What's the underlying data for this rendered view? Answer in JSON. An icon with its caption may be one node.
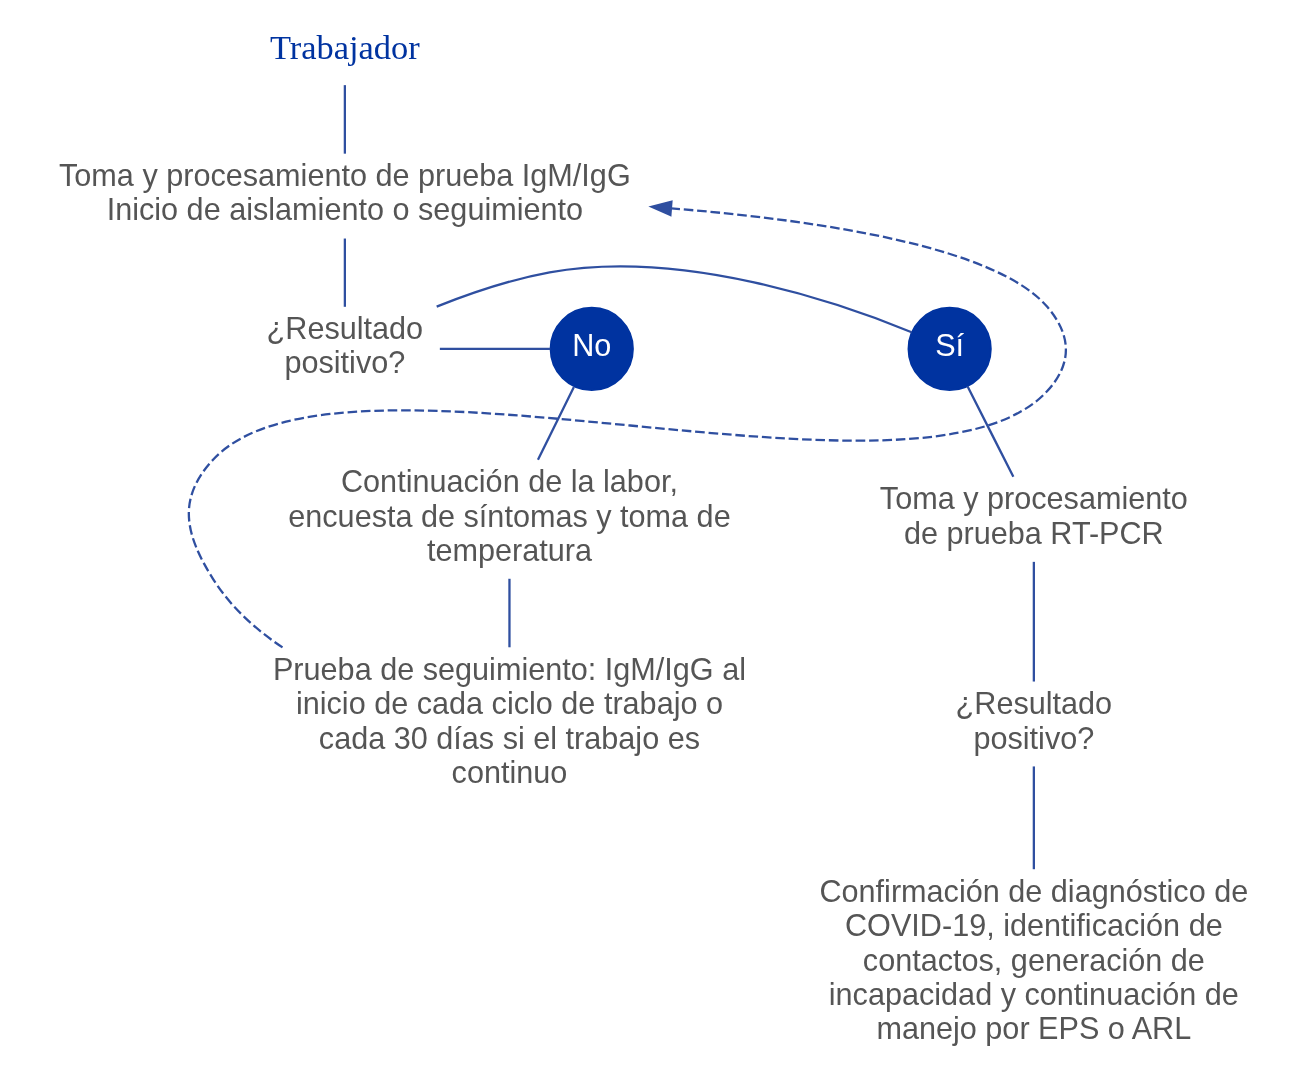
{
  "diagram": {
    "nodes": [
      {
        "text": [
          "Trabajador"
        ]
      },
      {
        "text": [
          "Toma y procesamiento de prueba IgM/IgG",
          "Inicio de aislamiento o seguimiento"
        ]
      },
      {
        "text": [
          "¿Resultado positivo?"
        ]
      },
      {
        "text": [
          "Sí"
        ]
      },
      {
        "text": [
          "No"
        ]
      },
      {
        "text": [
          "Toma y procesamiento de prueba RT-PCR"
        ]
      },
      {
        "text": [
          "¿Resultado positivo?"
        ]
      },
      {
        "text": [
          "Confirmación de diagnóstico de COVID-19, identificación de contactos, generación de incapacidad y continuación de manejo por EPS o ARL"
        ]
      },
      {
        "text": [
          "Continuación de la labor, encuesta de síntomas y toma de temperatura"
        ]
      },
      {
        "text": [
          "Prueba de seguimiento: IgM/IgG al inicio de cada ciclo de trabajo o cada 30 días si el trabajo es continuo"
        ]
      }
    ],
    "edges": [
      {
        "from": 0,
        "to": 1,
        "arrow": "none"
      },
      {
        "from": 1,
        "to": 2,
        "arrow": "none"
      },
      {
        "from": 2,
        "to": 3,
        "arrow": "none"
      },
      {
        "from": 2,
        "to": 4,
        "arrow": "none"
      },
      {
        "from": 3,
        "to": 5,
        "arrow": "none"
      },
      {
        "from": 5,
        "to": 6,
        "arrow": "none"
      },
      {
        "from": 6,
        "to": 7,
        "arrow": "none"
      },
      {
        "from": 4,
        "to": 8,
        "arrow": "none"
      },
      {
        "from": 8,
        "to": 9,
        "arrow": "none"
      },
      {
        "from": 9,
        "to": 1,
        "arrow": "to",
        "style": "dashed"
      }
    ]
  }
}
